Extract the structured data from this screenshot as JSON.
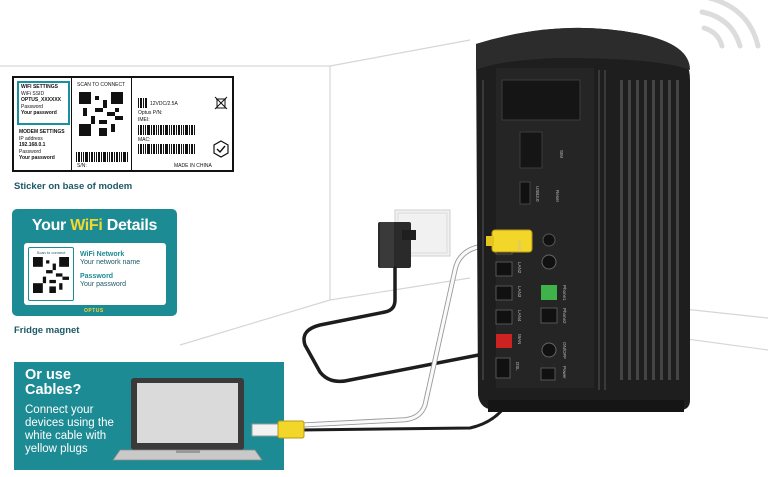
{
  "sticker": {
    "wifi_heading": "WIFI SETTINGS",
    "wifi_ssid_label": "WiFi SSID",
    "wifi_ssid_value": "OPTUS_XXXXXX",
    "wifi_password_label": "Password",
    "wifi_password_value": "Your password",
    "modem_heading": "MODEM SETTINGS",
    "ip_label": "IP address",
    "ip_value": "192.168.0.1",
    "modem_password_label": "Password",
    "modem_password_value": "Your password",
    "scan_label": "SCAN TO CONNECT",
    "power_spec": "12VDC/2.5A",
    "optus_pn": "Optus P/N:",
    "imei": "IMEI:",
    "mac": "MAC:",
    "sn": "S/N:",
    "made_in": "MADE IN CHINA"
  },
  "sticker_caption": "Sticker on base of modem",
  "magnet": {
    "title_prefix": "Your ",
    "title_highlight": "WiFi",
    "title_suffix": " Details",
    "scan_text": "Scan to connect",
    "network_label": "WiFi Network",
    "network_value": "Your network name",
    "password_label": "Password",
    "password_value": "Your password",
    "brand": "OPTUS"
  },
  "magnet_caption": "Fridge magnet",
  "cables": {
    "title_line1": "Or use",
    "title_line2": "Cables?",
    "body_line1": "Connect your",
    "body_line2": "devices using the",
    "body_line3": "white cable with",
    "body_line4": "yellow plugs"
  },
  "modem_ports": {
    "sim": "SIM",
    "usb": "USB3.0",
    "reset": "Reset",
    "lan1": "LAN1",
    "lan2": "LAN2",
    "lan3": "LAN3",
    "lan4": "LAN4",
    "wan": "WAN",
    "phone1": "Phone1",
    "phone2": "Phone2",
    "onoff": "ON/OFF",
    "power": "Power",
    "dsl": "DSL"
  },
  "colors": {
    "teal": "#1c8b94",
    "dark_teal": "#1c5866",
    "yellow": "#f6d82c",
    "modem": "#1e1e1e",
    "phone_port": "#3fb34a",
    "wan_port": "#cc2222"
  },
  "icons": [
    "wifi-signal-icon",
    "qr-code-icon",
    "barcode-icon",
    "bin-icon",
    "rcm-mark-icon",
    "laptop-icon",
    "power-adapter-icon",
    "wall-outlet-icon"
  ]
}
